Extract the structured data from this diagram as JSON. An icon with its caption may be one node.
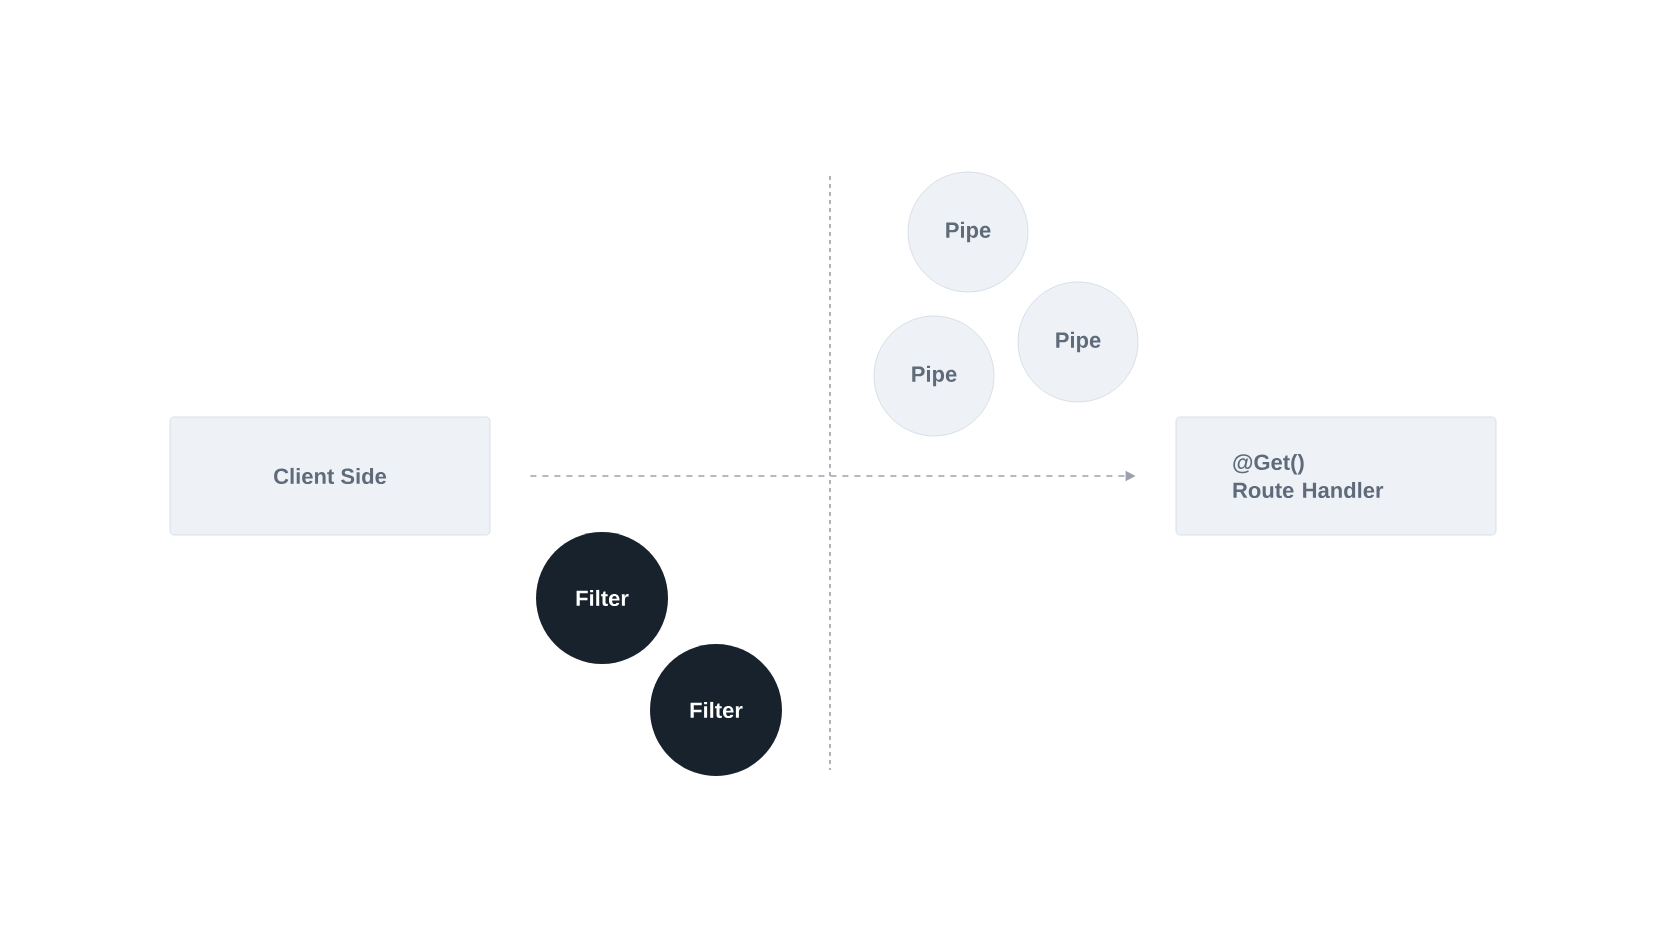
{
  "diagram": {
    "nodes": [
      {
        "text": [
          "Client Side"
        ]
      },
      {
        "text": [
          "Pipe"
        ]
      },
      {
        "text": [
          "Pipe"
        ]
      },
      {
        "text": [
          "Pipe"
        ]
      },
      {
        "text": [
          "@Get()",
          "Route Handler"
        ]
      },
      {
        "text": [
          "Filter"
        ]
      },
      {
        "text": [
          "Filter"
        ]
      }
    ],
    "edges": [
      {
        "from": 0,
        "to": 4,
        "arrow": "to",
        "style": "dashed"
      }
    ]
  }
}
